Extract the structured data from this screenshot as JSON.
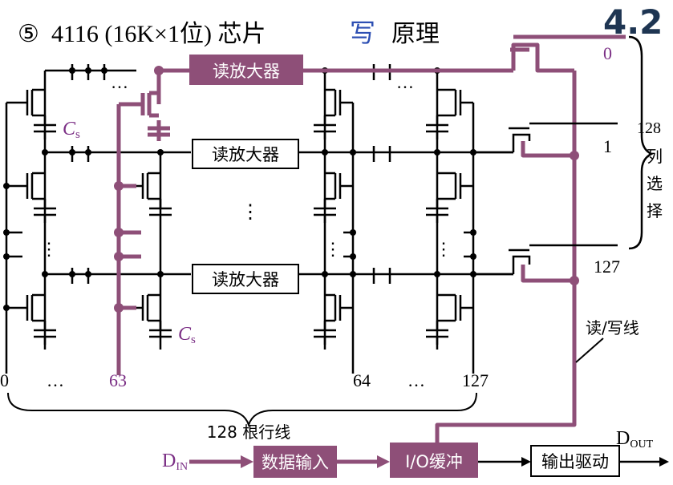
{
  "title": {
    "number": "⑤",
    "main": "4116 (16K×1位) 芯片",
    "highlight": "写",
    "tail": "原理"
  },
  "section_badge": "4.2",
  "sense_amp": "读放大器",
  "capacitor_label": {
    "main": "C",
    "sub": "s"
  },
  "columns": {
    "left_first": "0",
    "left_last": "63",
    "right_first": "64",
    "right_last": "127",
    "dots": "…"
  },
  "row_lines_label": "128 根行线",
  "column_select": {
    "lines": [
      "0",
      "1",
      "127"
    ],
    "count": "128",
    "label_chars": [
      "列",
      "选",
      "择"
    ]
  },
  "rw_line_label": "读/写线",
  "blocks": {
    "data_in": "数据输入",
    "io_buffer": "I/O缓冲",
    "output_driver": "输出驱动"
  },
  "signals": {
    "din": {
      "main": "D",
      "sub": "IN"
    },
    "dout": {
      "main": "D",
      "sub": "OUT"
    }
  },
  "colors": {
    "highlight_path": "#8e4f78",
    "text_purple": "#7b2f85",
    "title_blue": "#2d4fb3",
    "badge": "#1e3552",
    "line": "#000000"
  }
}
